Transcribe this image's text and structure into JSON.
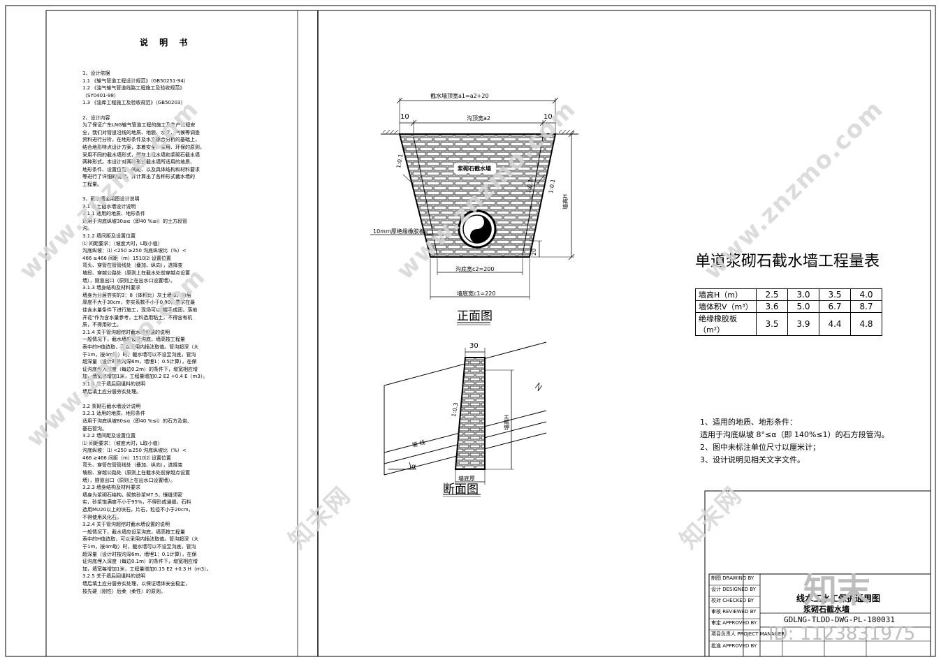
{
  "notes": {
    "title": "说 明 书",
    "lines": [
      "1、设计依据",
      "  1.1  《输气管道工程设计规范》（GB50251-94）",
      "  1.2  《油气输气管道线路工程施工及验收规范》",
      "  （SY0401-98）",
      "  1.3  《油库工程施工及验收规范》（GB50203）",
      "",
      "2、设计内容",
      "    为了保证广东LNG输气管道工程的施工及生产过程安",
      "  全，我们对管道沿线的地质、地貌、水文、气候等调查",
      "  资料进行分析，在地形条件及水文综合分析的基础上，",
      "  结合地形特点设计方案，本着安全、实用、环保的原则，",
      "  采用不同的截水墙形式，即灰土截水墙和浆砌石截水墙",
      "  两种形式。本设计对两种形式截水墙所适用的地质、",
      "  地形条件、设置位置、间距、以及具体结构和材料要求",
      "  等进行了详细的说明，并计算出了各种形式截水墙的",
      "  工程量。",
      "",
      "3、截水墙通用图设计说明",
      "3.1   灰土截水墙设计说明",
      "3.1.1   适用的地质、地形条件",
      "      适用于沟底纵坡30≤α（即40 %≤i）的土方段管",
      "  沟。",
      "3.1.2   墙间距及设置位置",
      "  ⑴ 间距要求：（坡度大时，L取小值）",
      "  沟底纵坡：⑴ <250 ≥250 沟底纵坡比（%）<",
      "  466 ≥466 间距（m）1510⑵ 设置位置",
      "      弯头、穿管在管管线处（叠加、纵向），选择变",
      "  坡段、穿越公路处（原则上在截水处前穿越点设置",
      "  墙），隧道出口（原则上在出水口设置墙）。",
      "3.1.3   墙身结构及材料要求",
      "      墙身为分层夯实的3：8（体积比）灰土墙体，分层",
      "  厚度不大于30cm，夯实系数不小于0.90，要求在最",
      "  佳含水量条件下进行施工，现场可以\"握手成团，落地",
      "  开花\"作为含水量参考，土料选用粘土，不得含有机",
      "  质，不得用砂土。",
      "3.1.4   关于管沟超挖时截水墙设置的说明",
      "      一般情况下，截水墙应设至沟底，墙高按工程量",
      "  表中的H值选取，可以采用内插法取值。管沟超深（大",
      "  于1m，按4m取）时，截水墙可以不设至沟底，管沟",
      "  超深量（设计时按沟深6m，墙埋1：0.5计算），在保",
      "  证沟底埋入深度（每边0.2m）的条件下，增宽相应增",
      "  加，墙宽每增加1米，工程量增加0.2  E2 +0.4 E（m3）。",
      "  3.1.5   关于墙后回填料的说明",
      "      墙后填土应分层夯实处理。",
      "",
      "3.2   浆砌石截水墙设计说明",
      "3.2.1   适用的地质、地形条件",
      "      适用于沟底纵坡80≤α（即40 %≤i）的石方及岩、",
      "  基石管沟。",
      "3.2.2   墙间距及设置位置",
      "  ⑴ 间距要求：（坡度大时，L取小值）",
      "  沟底纵坡：⑴ <250 ≥250 沟底纵坡比（%）<",
      "  466 ≥466 间距（m）1510⑵ 设置位置",
      "      弯头、穿管在管管线处（叠加、纵向），选择变",
      "  坡段、穿越公路处（原则上在截水处前穿越点设置",
      "  墙），隧道出口（原则上在出水口设置墙）。",
      "3.2.3   墙身结构及材料要求",
      "      墙身为浆砌石结构，砌筑砂浆M7.5，镶缝须密",
      "  实，砂浆饱满度不小于95%，不得形成通缝。石料",
      "  选用MU20以上的块石，片石，粒径不小于20cm，",
      "  不得使用风化石。",
      "3.2.4   关于管沟超挖时截水墙设置的说明",
      "      一般情况下，截水墙应设至沟底，墙高按工程量",
      "  表中的H值选取，可以采用内插法取值。管沟超深（大",
      "  于1m，按4m取）时，截水墙可以不设至沟底，管沟",
      "  超深量（设计时按沟深6m，墙埋1：0.1计算），在保",
      "  证沟底埋入深度（每边0.1m）的条件下，增宽相应增",
      "  加，墙宽每增加1米，工程量增加0.15 E2 +0.3 H（m3）。",
      "3.2.5   关于墙后回填料的说明",
      "      墙后填土应分层夯实处理，以保证墙体安全稳定，",
      "  按先硬（刚性）后柔（柔性）的原则。"
    ]
  },
  "front_view": {
    "title": "正面图",
    "top_width_label": "截水墙顶宽a1=a2+20",
    "left_margin": "10",
    "right_margin": "10",
    "trench_top_label": "沟顶宽a2",
    "wall_name": "浆砌石截水墙",
    "slope_left_outer": "1:0.1",
    "slope_left_inner": "1:0.1",
    "slope_right_inner": "1:0.1",
    "slope_right_outer": "1:0.1",
    "wall_height": "墙高H",
    "bottom_height": "20",
    "rubber_sheet": "10mm厚绝缘橡胶板",
    "trench_bottom_label": "沟底宽c2=200",
    "wall_bottom_label": "墙底宽c1=220"
  },
  "section_view": {
    "title": "断面图",
    "top_dim": "30",
    "slope": "1:0.3",
    "wall_height": "墙高H",
    "pipe": "管 线",
    "angle": "α",
    "wall_thickness": "墙底厚"
  },
  "quantity_table": {
    "title": "单道浆砌石截水墙工程量表",
    "rows": [
      {
        "label": "墙高H（m）",
        "values": [
          "2.5",
          "3.0",
          "3.5",
          "4.0"
        ]
      },
      {
        "label": "墙体积V（m³）",
        "values": [
          "3.6",
          "5.0",
          "6.7",
          "8.7"
        ]
      },
      {
        "label": "绝缘橡胶板（m²）",
        "values": [
          "3.5",
          "3.9",
          "4.4",
          "4.8"
        ]
      }
    ]
  },
  "applicability_notes": [
    "1、适用的地质、地形条件：",
    "    适用于沟底纵坡 8°≤α（即 140%≤1）的石方段管沟。",
    "2、图中未标注单位尺寸以厘米计；",
    "3、设计说明见相关文字文件。"
  ],
  "title_block": {
    "roles": [
      {
        "cn": "制图",
        "en": "DRAWING BY"
      },
      {
        "cn": "设计",
        "en": "DESIGNED BY"
      },
      {
        "cn": "校对",
        "en": "CHECKED BY"
      },
      {
        "cn": "审核",
        "en": "REVIEWED BY"
      },
      {
        "cn": "审定",
        "en": "APPROVED BY"
      },
      {
        "cn": "项目负责人",
        "en": "PROJECT MANAGER"
      },
      {
        "cn": "批准",
        "en": "APPROVED BY"
      }
    ],
    "project_line1": "线水工水工保护通用图",
    "project_line2": "浆砌石截水墙",
    "drawing_number": "GDLNG-TLDD-DWG-PL-180031"
  },
  "watermark": {
    "site": "www.znzmo.com",
    "brand": "知末",
    "brand_cn": "知末网",
    "id_text": "ID: 1123831975"
  },
  "colors": {
    "line": "#000000",
    "watermark": "#d6d6d6",
    "paper": "#ffffff"
  }
}
